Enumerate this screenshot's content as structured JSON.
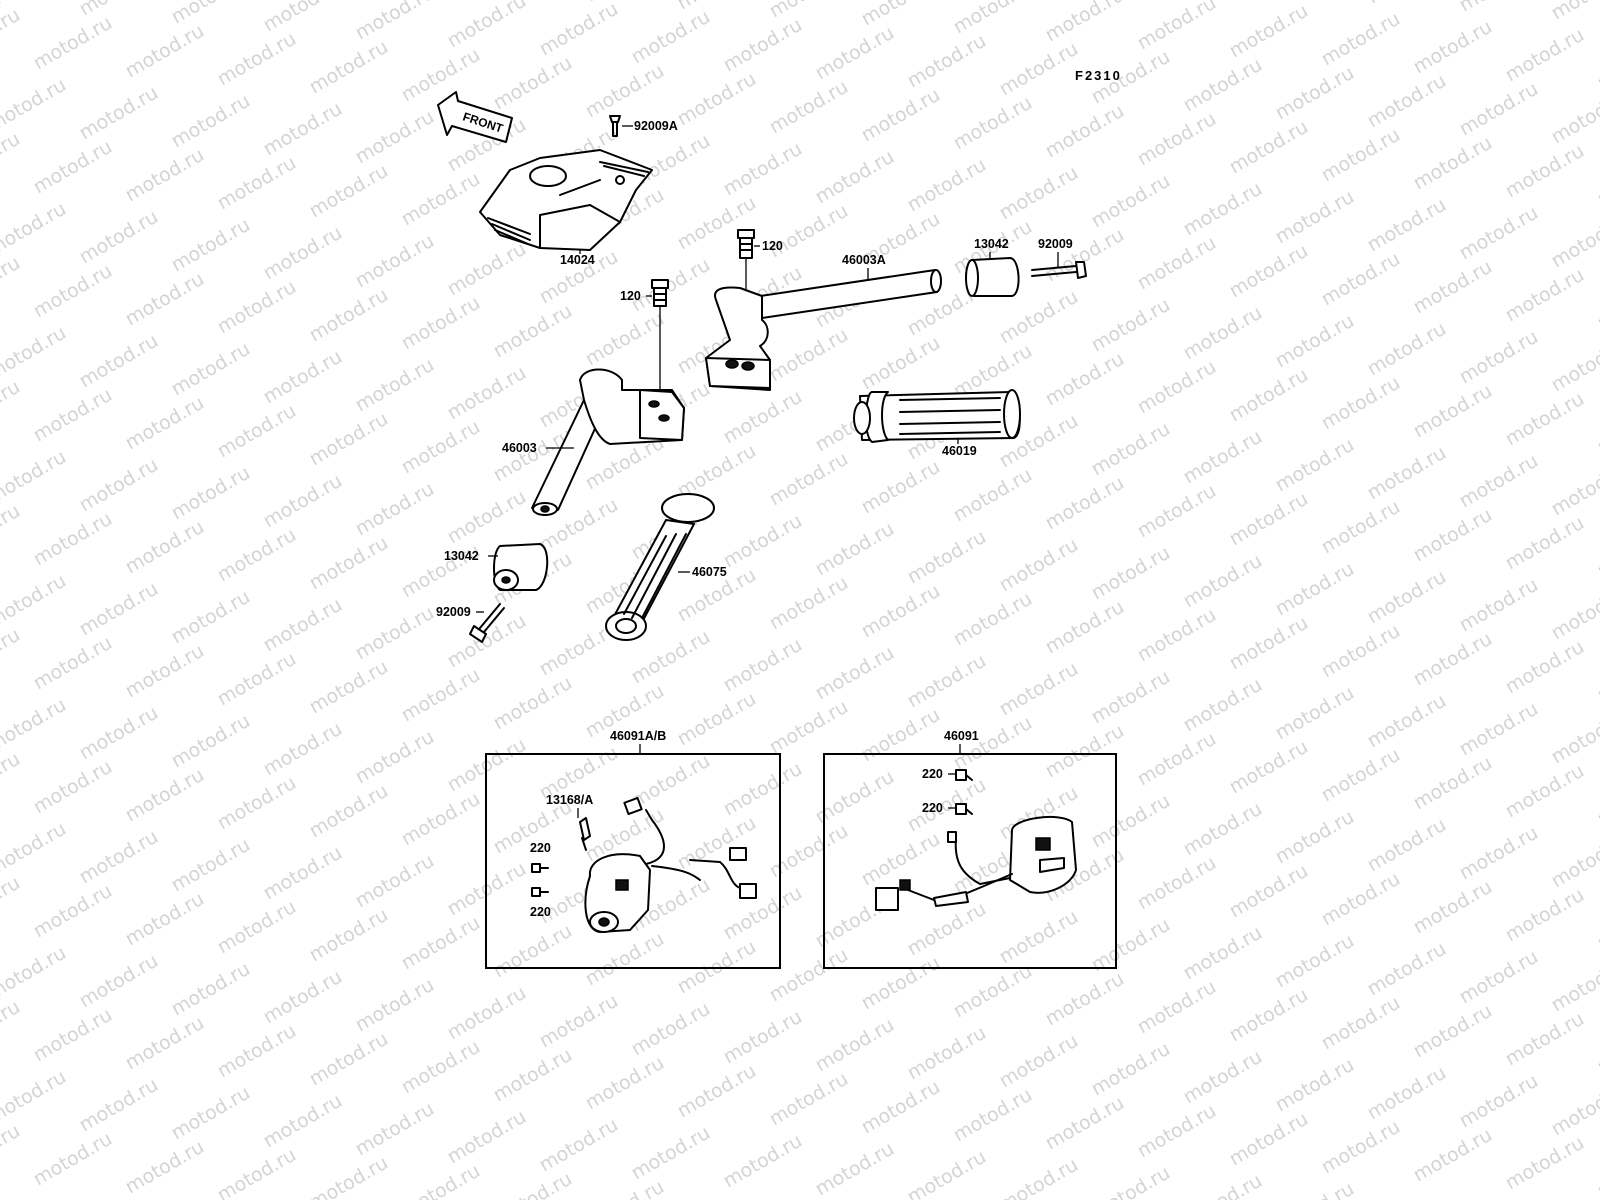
{
  "figure_code": "F2310",
  "front_arrow": "FRONT",
  "watermark": "motod.ru",
  "parts": {
    "p92009A": "92009A",
    "p14024": "14024",
    "p120_left": "120",
    "p120_right": "120",
    "p46003A": "46003A",
    "p13042_right": "13042",
    "p92009_right": "92009",
    "p46003": "46003",
    "p46019": "46019",
    "p13042_left": "13042",
    "p92009_left": "92009",
    "p46075": "46075"
  },
  "left_switch_box": {
    "title": "46091A/B",
    "p13168A": "13168/A",
    "p220_a": "220",
    "p220_b": "220"
  },
  "right_switch_box": {
    "title": "46091",
    "p220_a": "220",
    "p220_b": "220"
  }
}
